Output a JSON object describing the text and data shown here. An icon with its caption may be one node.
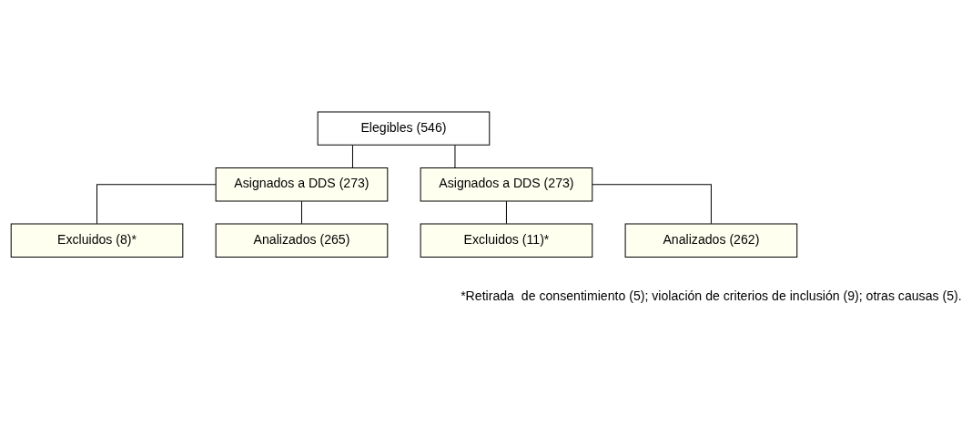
{
  "diagram": {
    "nodes": [
      {
        "text": [
          "Elegibles (546)"
        ]
      },
      {
        "text": [
          "Asignados a DDS (273)"
        ]
      },
      {
        "text": [
          "Asignados a DDS (273)"
        ]
      },
      {
        "text": [
          "Excluidos (8)*"
        ]
      },
      {
        "text": [
          "Excluidos (11)*"
        ]
      },
      {
        "text": [
          "Analizados (265)"
        ]
      },
      {
        "text": [
          "Analizados (262)"
        ]
      }
    ],
    "edges": [
      {
        "from": 0,
        "to": 1,
        "arrow": "none"
      },
      {
        "from": 0,
        "to": 2,
        "arrow": "none"
      },
      {
        "from": 1,
        "to": 3,
        "arrow": "none"
      },
      {
        "from": 1,
        "to": 5,
        "arrow": "none"
      },
      {
        "from": 2,
        "to": 4,
        "arrow": "none"
      },
      {
        "from": 2,
        "to": 6,
        "arrow": "none"
      }
    ],
    "labels": [
      "*Retirada  de consentimiento (5); violación de criterios de inclusión (9); otras causas (5)."
    ]
  }
}
